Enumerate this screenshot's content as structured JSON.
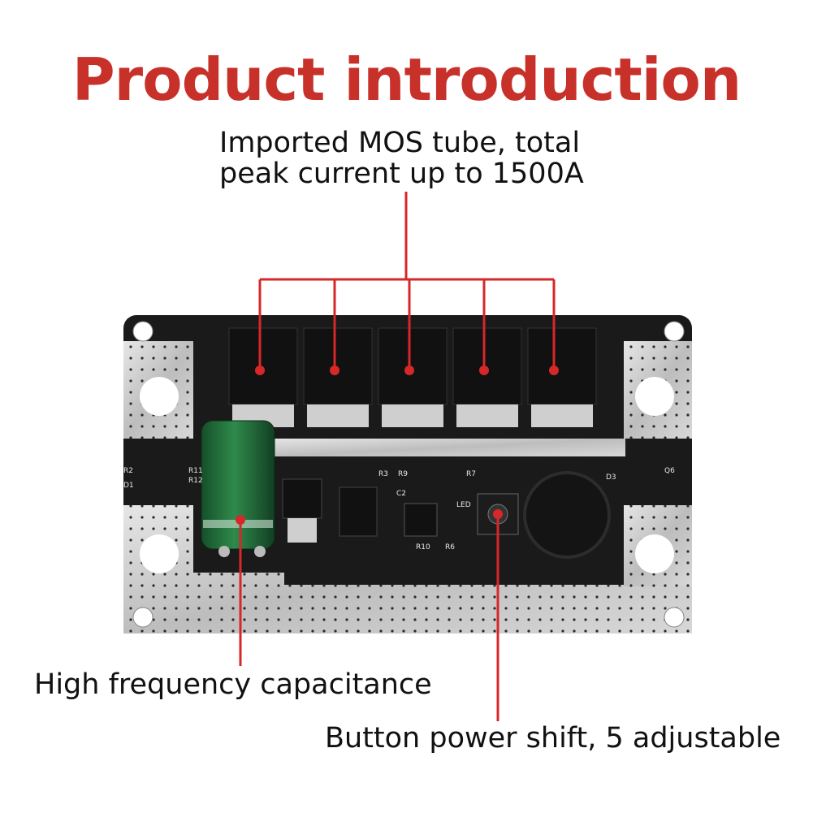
{
  "title": "Product introduction",
  "callouts": {
    "mos": [
      "Imported MOS tube, total",
      "peak current up to 1500A"
    ],
    "capacitance": "High frequency capacitance",
    "button": "Button power shift, 5 adjustable"
  },
  "board_labels": {
    "r2": "R2",
    "d1": "D1",
    "r11": "R11",
    "r12": "R12",
    "r3": "R3",
    "r9": "R9",
    "c2": "C2",
    "r7": "R7",
    "led": "LED",
    "r10": "R10",
    "r6": "R6",
    "d3": "D3",
    "q6": "Q6"
  },
  "colors": {
    "title": "#c8302a",
    "leader_line": "#d62828",
    "board": "#1a1a1a",
    "copper_pad": "#cfcfcf",
    "capacitor": "#1f6b3a"
  }
}
